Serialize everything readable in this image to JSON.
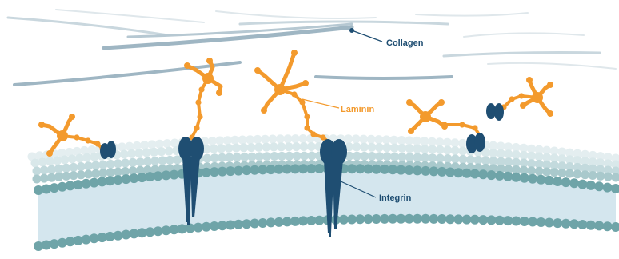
{
  "labels": {
    "collagen": "Collagen",
    "laminin": "Laminin",
    "integrin": "Integrin"
  },
  "colors": {
    "collagen_fiber": "#9fb6c3",
    "collagen_fiber_light": "#c9d7de",
    "laminin": "#f39a2d",
    "integrin": "#1f4e72",
    "membrane_bead": "#6fa4a8",
    "membrane_bead_faint": "#d9e8ea",
    "membrane_fill": "#d4e6ee",
    "label_dark": "#1f4e72",
    "label_orange": "#f39a2d"
  }
}
